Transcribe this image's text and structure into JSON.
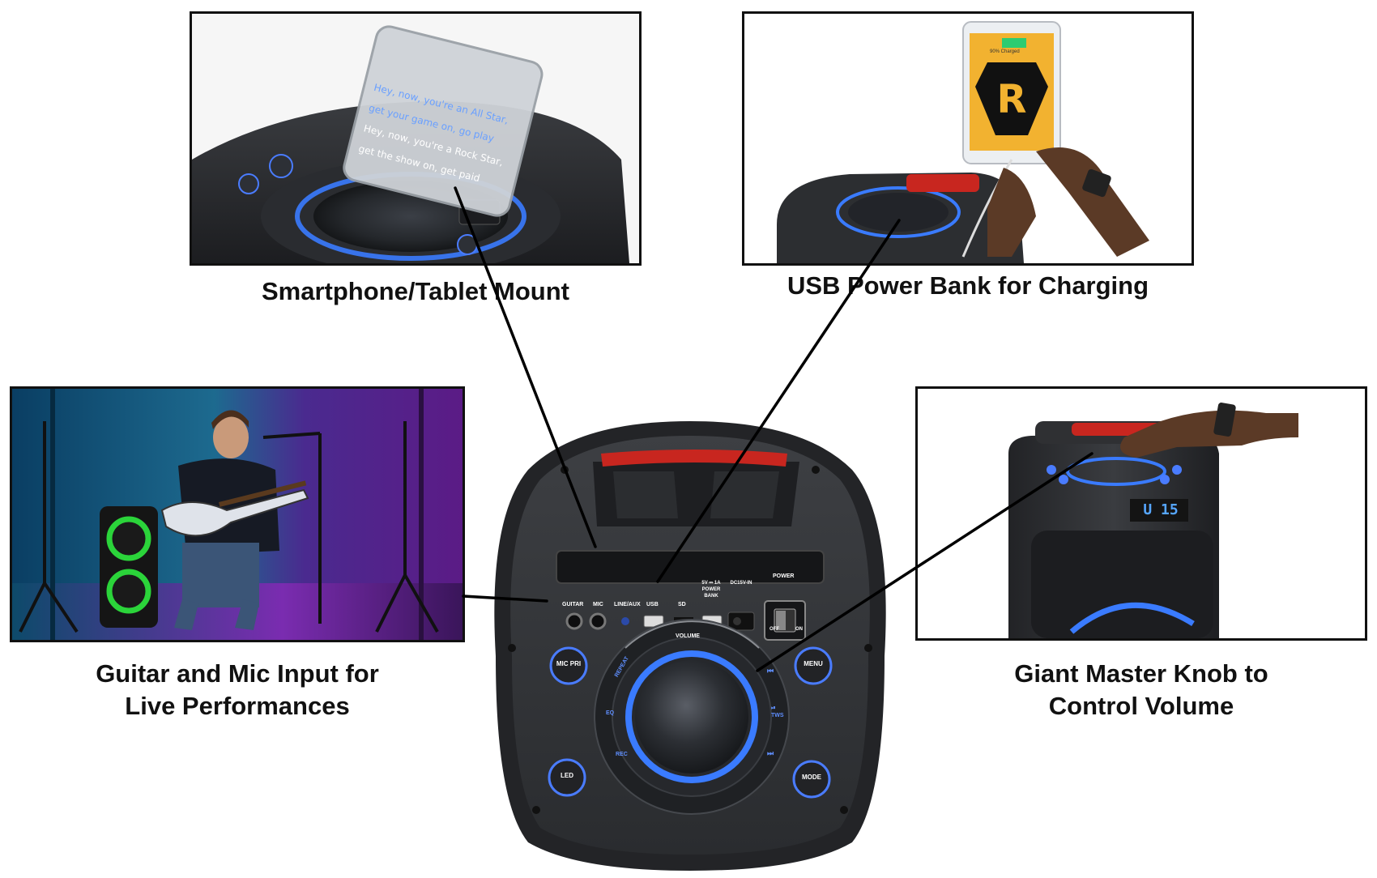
{
  "captions": {
    "mount": "Smartphone/Tablet Mount",
    "usb": "USB Power Bank for Charging",
    "inputs_line1": "Guitar and Mic Input for",
    "inputs_line2": "Live Performances",
    "knob_line1": "Giant Master Knob to",
    "knob_line2": "Control Volume"
  },
  "phone_lyrics": [
    "Hey, now, you're an All Star,",
    "get your game on, go play",
    "Hey, now, you're a Rock Star,",
    "get the show on, get paid"
  ],
  "tablet": {
    "battery_text": "90% Charged"
  },
  "knob_display": "U 15",
  "panel": {
    "jacks": [
      "GUITAR",
      "MIC",
      "LINE/AUX",
      "USB",
      "SD",
      "5V ⎓ 1A POWER BANK",
      "DC15V-IN"
    ],
    "power_label": "POWER",
    "switch_off": "OFF",
    "switch_on": "ON",
    "volume_label": "VOLUME",
    "buttons": {
      "mic_pri": "MIC PRI",
      "menu": "MENU",
      "led": "LED",
      "mode": "MODE",
      "repeat": "REPEAT",
      "eq": "EQ",
      "rec": "REC",
      "prev": "⏮",
      "play": "⏯ TWS",
      "next": "⏭"
    }
  },
  "colors": {
    "accent_blue": "#3a7bff",
    "speaker_body": "#2b2d30",
    "grille_red": "#c8261f",
    "tablet_yellow": "#f2b230"
  }
}
